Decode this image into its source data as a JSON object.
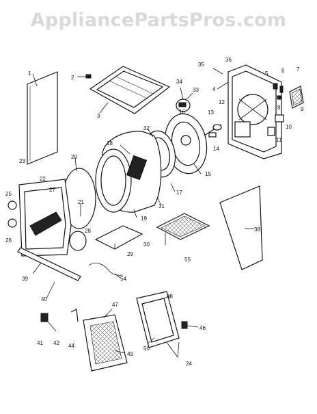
{
  "watermark": "AppliancePartsPros.com",
  "callouts": [
    "1",
    "2",
    "3",
    "4",
    "5",
    "6",
    "7",
    "8",
    "9",
    "10",
    "11",
    "12",
    "13",
    "14",
    "15",
    "16",
    "17",
    "18",
    "19",
    "20",
    "21",
    "22",
    "23",
    "24",
    "25",
    "26",
    "27",
    "28",
    "29",
    "30",
    "31",
    "32",
    "33",
    "34",
    "35",
    "36",
    "38",
    "39",
    "40",
    "41",
    "42",
    "44",
    "46",
    "47",
    "48",
    "49",
    "50",
    "54",
    "55"
  ]
}
